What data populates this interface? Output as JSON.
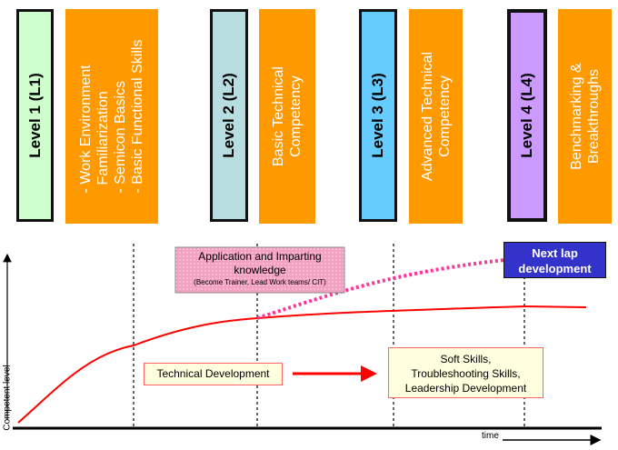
{
  "levels": [
    {
      "label": "Level 1 (L1)",
      "color": "#ccffcc",
      "description": [
        "- Work Environment",
        "  Familiarization",
        "- Semicon Basics",
        "- Basic Functional Skills"
      ]
    },
    {
      "label": "Level 2 (L2)",
      "color": "#b7dde0",
      "description": [
        "Basic Technical",
        "Competency"
      ]
    },
    {
      "label": "Level 3 (L3)",
      "color": "#66ccff",
      "description": [
        "Advanced Technical",
        "Competency"
      ]
    },
    {
      "label": "Level 4 (L4)",
      "color": "#cc99ff",
      "description": [
        "Benchmarking &",
        "Breakthroughs"
      ]
    }
  ],
  "description_color": "#ff9900",
  "graph": {
    "y_label": "Competent level",
    "x_label": "time",
    "application_box": {
      "title": "Application and Imparting knowledge",
      "subtitle": "(Become Trainer, Lead Work teams/ CIT)",
      "color": "#f4a0c0"
    },
    "next_lap_box": {
      "text": "Next lap development",
      "color": "#3333cc"
    },
    "technical_box": {
      "text": "Technical Development"
    },
    "soft_skills_box": {
      "lines": [
        "Soft Skills,",
        "Troubleshooting Skills,",
        "Leadership Development"
      ]
    },
    "curve_color": "#ff0000",
    "dotted_curve_color": "#ff3399"
  }
}
